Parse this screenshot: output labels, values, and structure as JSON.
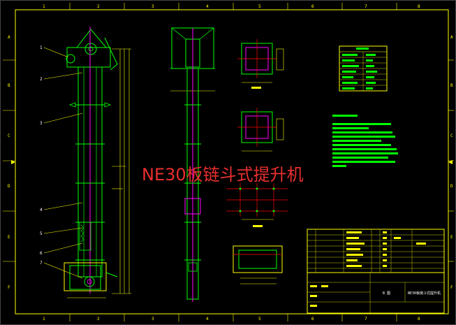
{
  "drawing": {
    "title": "NE30板链斗式提升机",
    "title_block": {
      "cell_a": "B 图",
      "cell_b": "NE30板链斗式提升机"
    },
    "frame_columns": [
      "1",
      "2",
      "3",
      "4",
      "5",
      "6",
      "7",
      "8"
    ],
    "frame_rows": [
      "A",
      "B",
      "C",
      "D",
      "E",
      "F"
    ],
    "balloons": [
      "1",
      "2",
      "3",
      "4",
      "5",
      "6",
      "7"
    ],
    "colors": {
      "background": "#000000",
      "frame": "#ffff00",
      "lines": "#00ff00",
      "centerline": "#ff00ff",
      "dims": "#ffff00",
      "title": "#e82f2f",
      "text": "#ffffff"
    }
  }
}
